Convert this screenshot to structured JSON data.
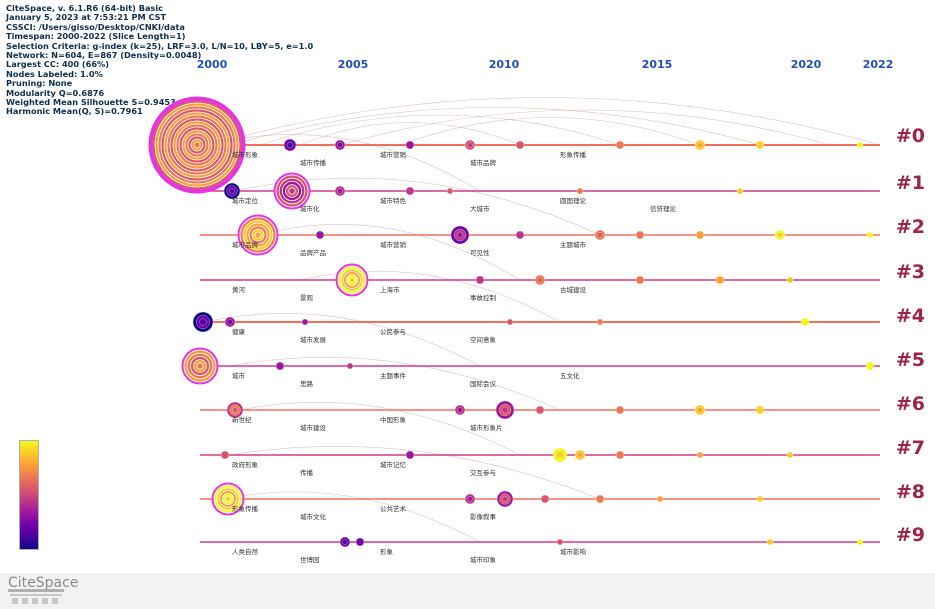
{
  "app": {
    "info_lines": [
      "CiteSpace, v. 6.1.R6 (64-bit) Basic",
      "January 5, 2023 at 7:53:21 PM CST",
      "CSSCI: /Users/gisso/Desktop/CNKI/data",
      "Timespan: 2000-2022 (Slice Length=1)",
      "Selection Criteria: g-index (k=25), LRF=3.0, L/N=10, LBY=5, e=1.0",
      "Network: N=604, E=867 (Density=0.0048)",
      "Largest CC: 400 (66%)",
      "Nodes Labeled: 1.0%",
      "Pruning: None",
      "Modularity Q=0.6876",
      "Weighted Mean Silhouette S=0.9453",
      "Harmonic Mean(Q, S)=0.7961"
    ],
    "logo_text": "CiteSpace"
  },
  "timeline": {
    "years": [
      "2000",
      "2005",
      "2010",
      "2015",
      "2020",
      "2022"
    ]
  },
  "colors": {
    "year_label": "#1f4fb3",
    "cluster_label": "#9c2448",
    "legend": [
      "#0d0887",
      "#46039f",
      "#7201a8",
      "#9c179e",
      "#bd3786",
      "#d8576b",
      "#ed7953",
      "#fb9f3a",
      "#fdca26",
      "#f0f921"
    ]
  },
  "clusters": [
    {
      "label": "#0",
      "terms": [
        "城市形象",
        "城市传播",
        "城市营销",
        "城市品牌",
        "形象传播"
      ]
    },
    {
      "label": "#1",
      "terms": [
        "城市定位",
        "城市化",
        "城市特色",
        "大城市",
        "圆国理论",
        "信贷理论"
      ]
    },
    {
      "label": "#2",
      "terms": [
        "城市品牌",
        "品牌产品",
        "城市营销",
        "可见性",
        "主题城市"
      ]
    },
    {
      "label": "#3",
      "terms": [
        "黄河",
        "景观",
        "上海市",
        "事故控制",
        "古城建设"
      ]
    },
    {
      "label": "#4",
      "terms": [
        "健康",
        "城市发展",
        "公民参与",
        "空间意象"
      ]
    },
    {
      "label": "#5",
      "terms": [
        "城市",
        "思路",
        "主题事件",
        "国际会议",
        "五文化"
      ]
    },
    {
      "label": "#6",
      "terms": [
        "新世纪",
        "城市建设",
        "中国形象",
        "城市形象片"
      ]
    },
    {
      "label": "#7",
      "terms": [
        "政府形象",
        "传播",
        "城市记忆",
        "交互参与"
      ]
    },
    {
      "label": "#8",
      "terms": [
        "形象传播",
        "城市文化",
        "公共艺术",
        "影像叙事"
      ]
    },
    {
      "label": "#9",
      "terms": [
        "人类自然",
        "世博园",
        "形象",
        "城市印象",
        "城市影响"
      ]
    }
  ]
}
